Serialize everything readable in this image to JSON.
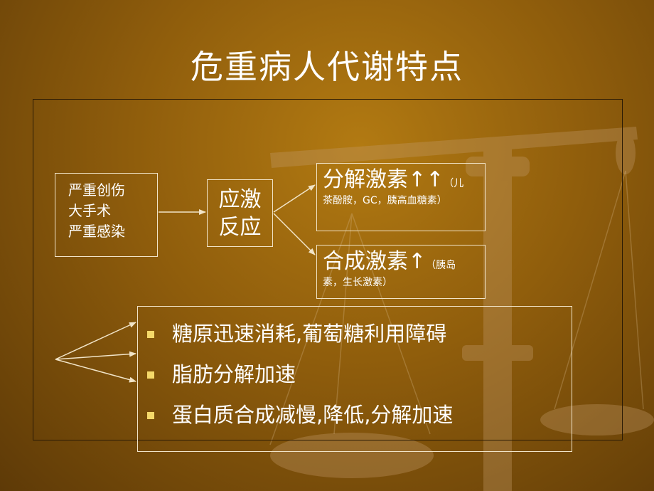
{
  "title": "危重病人代谢特点",
  "causes": [
    "严重创伤",
    "大手术",
    "严重感染"
  ],
  "stress_response": [
    "应激",
    "反应"
  ],
  "catabolic_hormones": {
    "name": "分解激素",
    "arrows": "↑↑",
    "detail_open": "（儿",
    "detail_rest": "茶酚胺，GC，胰高血糖素）"
  },
  "anabolic_hormones": {
    "name": "合成激素",
    "arrows": "↑",
    "detail_open": "（胰岛",
    "detail_rest": "素，生长激素）"
  },
  "metabolic_effects": [
    "糖原迅速消耗,葡萄糖利用障碍",
    "脂肪分解加速",
    "蛋白质合成减慢,降低,分解加速"
  ],
  "colors": {
    "background": "#8f5d0c",
    "text": "#ffffff",
    "bullet": "#f5d96a",
    "line": "#f1e4c8"
  }
}
